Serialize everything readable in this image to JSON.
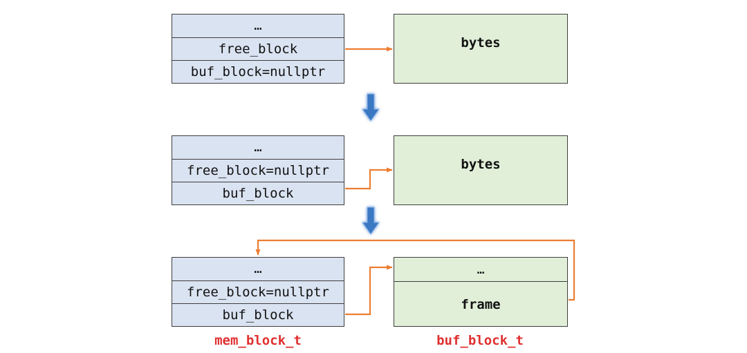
{
  "stages": [
    {
      "mem_rows": [
        "…",
        "free_block",
        "buf_block=nullptr"
      ],
      "buf_label": "bytes"
    },
    {
      "mem_rows": [
        "…",
        "free_block=nullptr",
        "buf_block"
      ],
      "buf_label": "bytes"
    },
    {
      "mem_rows": [
        "…",
        "free_block=nullptr",
        "buf_block"
      ],
      "buf_top": "…",
      "buf_label": "frame"
    }
  ],
  "captions": {
    "mem": "mem_block_t",
    "buf": "buf_block_t"
  },
  "colors": {
    "mem_fill": "#dae3f1",
    "buf_fill": "#e1efd9",
    "arrow": "#ed7d31",
    "step_arrow": "#3a78c3",
    "caption": "#e03030"
  }
}
